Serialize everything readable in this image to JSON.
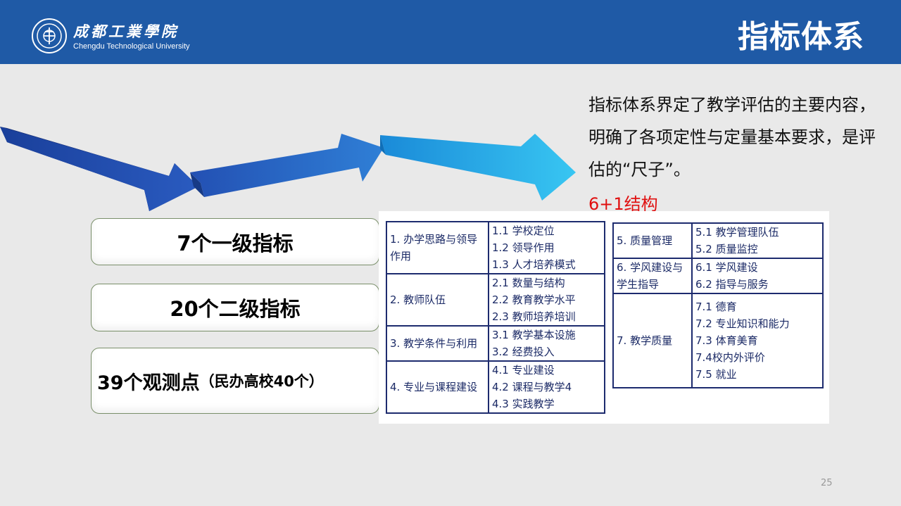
{
  "header": {
    "logo_cn": "成都工業學院",
    "logo_en": "Chengdu Technological University",
    "title": "指标体系"
  },
  "pills": {
    "level1": "7个一级指标",
    "level2": "20个二级指标",
    "observe_main": "39个观测点",
    "observe_paren": "（民办高校40个）"
  },
  "intro": {
    "text": "指标体系界定了教学评估的主要内容，明确了各项定性与定量基本要求，是评估的“尺子”。",
    "structure": "6+1结构"
  },
  "table_left": [
    {
      "label": "1. 办学思路与领导作用",
      "items": [
        "1.1 学校定位",
        "1.2 领导作用",
        "1.3 人才培养模式"
      ]
    },
    {
      "label": "2. 教师队伍",
      "items": [
        "2.1 数量与结构",
        "2.2 教育教学水平",
        "2.3 教师培养培训"
      ]
    },
    {
      "label": "3. 教学条件与利用",
      "items": [
        "3.1 教学基本设施",
        "3.2 经费投入"
      ]
    },
    {
      "label": "4. 专业与课程建设",
      "items": [
        "4.1 专业建设",
        "4.2 课程与教学4",
        "4.3 实践教学"
      ]
    }
  ],
  "table_right": [
    {
      "label": "5. 质量管理",
      "items": [
        "5.1 教学管理队伍",
        "5.2 质量监控"
      ]
    },
    {
      "label": "6. 学风建设与学生指导",
      "items": [
        "6.1 学风建设",
        "6.2 指导与服务"
      ]
    },
    {
      "label": "7. 教学质量",
      "items": [
        "7.1 德育",
        "7.2 专业知识和能力",
        "7.3 体育美育",
        "7.4校内外评价",
        "7.5 就业"
      ]
    }
  ],
  "slide_number": "25",
  "colors": {
    "header_bg": "#1f5aa6",
    "table_text": "#1b2a66",
    "structure_red": "#e01010"
  }
}
